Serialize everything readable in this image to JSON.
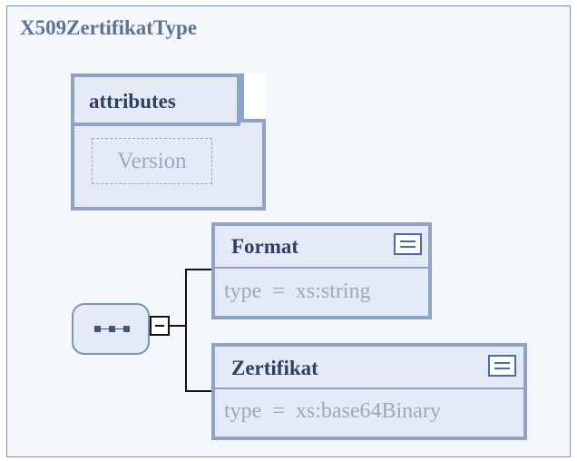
{
  "diagram": {
    "title": "X509ZertifikatType",
    "attributes": {
      "label": "attributes",
      "items": [
        "Version"
      ]
    },
    "sequence": {
      "icon": "sequence-icon",
      "toggle_icon": "collapse-minus-icon"
    },
    "elements": [
      {
        "name": "Format",
        "type_line": "type  =  xs:string",
        "icon": "documentation-icon"
      },
      {
        "name": "Zertifikat",
        "type_line": "type  =  xs:base64Binary",
        "icon": "documentation-icon"
      }
    ]
  }
}
